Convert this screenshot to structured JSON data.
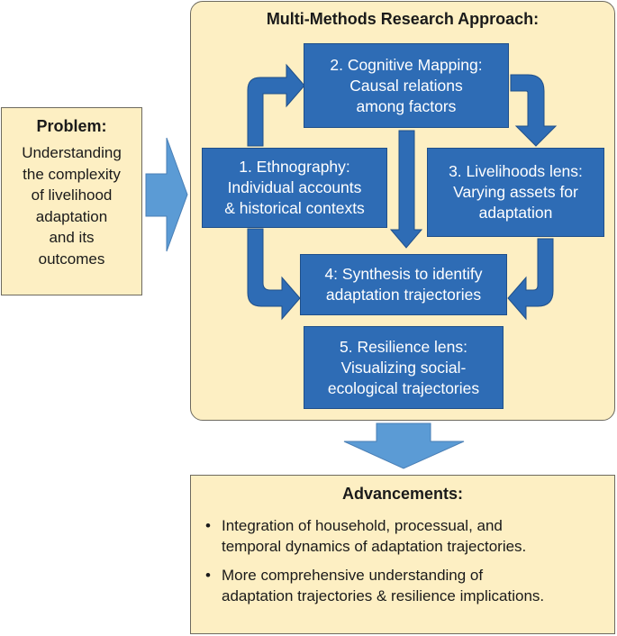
{
  "problem": {
    "title": "Problem:",
    "lines": [
      "Understanding",
      "the complexity",
      "of livelihood",
      "adaptation",
      "and its",
      "outcomes"
    ]
  },
  "approach": {
    "title": "Multi-Methods Research Approach:",
    "boxes": [
      {
        "id": "ethnography",
        "lines": [
          "1. Ethnography:",
          "Individual accounts",
          "& historical contexts"
        ]
      },
      {
        "id": "cognitive-mapping",
        "lines": [
          "2. Cognitive Mapping:",
          "Causal relations",
          "among factors"
        ]
      },
      {
        "id": "livelihoods-lens",
        "lines": [
          "3. Livelihoods lens:",
          "Varying assets for",
          "adaptation"
        ]
      },
      {
        "id": "synthesis",
        "lines": [
          "4: Synthesis to identify",
          "adaptation trajectories"
        ]
      },
      {
        "id": "resilience-lens",
        "lines": [
          "5. Resilience lens:",
          "Visualizing social-",
          "ecological trajectories"
        ]
      }
    ]
  },
  "advancements": {
    "title": "Advancements:",
    "bullets": [
      [
        "Integration of household, processual, and",
        "temporal dynamics of adaptation trajectories."
      ],
      [
        "More comprehensive understanding of",
        "adaptation trajectories & resilience implications."
      ]
    ]
  },
  "colors": {
    "panel_fill": "#fdefc3",
    "box_fill": "#2e6cb5",
    "arrow_fill": "#5b9bd5"
  }
}
